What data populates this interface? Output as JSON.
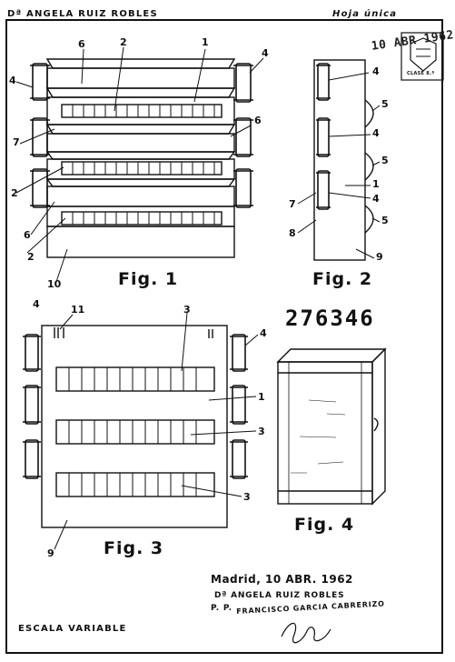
{
  "header": {
    "author": "Dª ANGELA RUIZ ROBLES",
    "sheet": "Hoja única"
  },
  "stamp": {
    "date": "10 ABR 1962",
    "subtext": "CLASE 8.ª"
  },
  "patent_number": "276346",
  "figures": {
    "fig1": "Fig. 1",
    "fig2": "Fig. 2",
    "fig3": "Fig. 3",
    "fig4": "Fig. 4"
  },
  "labels": {
    "fig1": [
      "1",
      "2",
      "6",
      "4",
      "4",
      "7",
      "6",
      "2",
      "6",
      "2",
      "10"
    ],
    "fig2": [
      "4",
      "5",
      "4",
      "5",
      "1",
      "4",
      "7",
      "8",
      "5",
      "9"
    ],
    "fig3": [
      "4",
      "11",
      "3",
      "4",
      "1",
      "3",
      "3",
      "9"
    ]
  },
  "signature": {
    "place_date": "Madrid, 10 ABR. 1962",
    "name": "Dª ANGELA RUIZ ROBLES",
    "pp": "P. P.",
    "agent": "FRANCISCO GARCIA CABRERIZO"
  },
  "footer": {
    "scale": "ESCALA VARIABLE"
  }
}
